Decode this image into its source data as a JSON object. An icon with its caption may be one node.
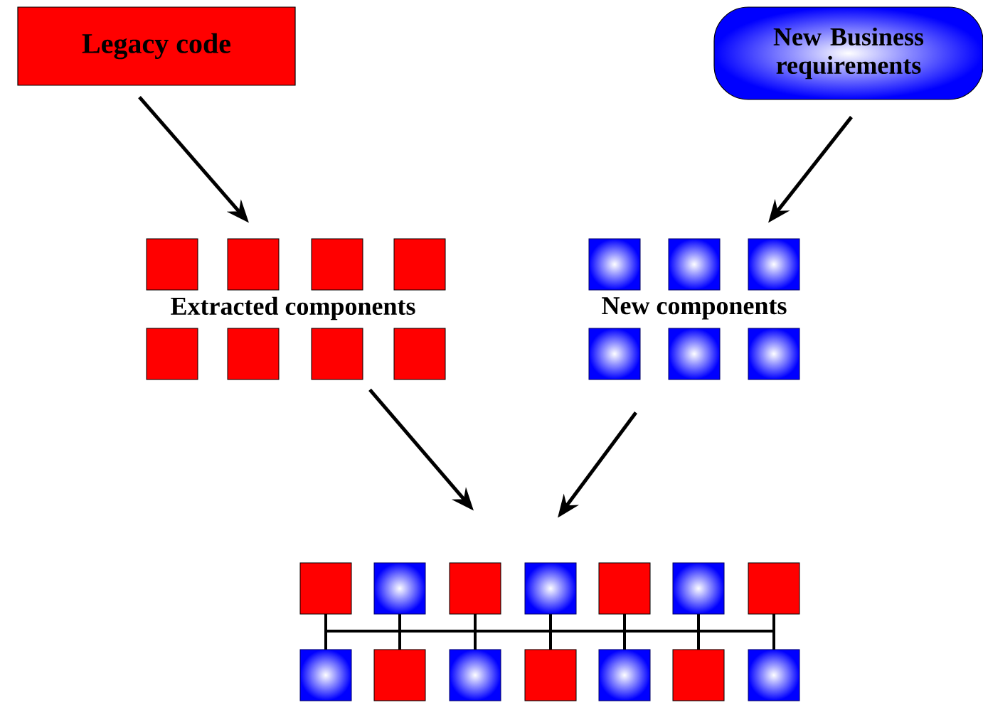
{
  "diagram": {
    "nodes": [
      {
        "text": [
          "Legacy code"
        ]
      },
      {
        "text": [
          "New Business requirements"
        ]
      },
      {
        "text": [
          "Extracted components"
        ]
      },
      {
        "text": [
          "New components"
        ]
      },
      {
        "text": [],
        "shape": "picture"
      }
    ],
    "edges": [
      {
        "from": 0,
        "to": 2,
        "arrow": "to"
      },
      {
        "from": 1,
        "to": 3,
        "arrow": "to"
      },
      {
        "from": 2,
        "to": 4,
        "arrow": "to"
      },
      {
        "from": 3,
        "to": 4,
        "arrow": "to"
      }
    ]
  }
}
